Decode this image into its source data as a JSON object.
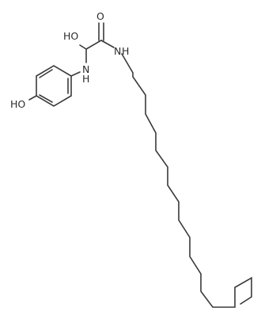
{
  "molecule": {
    "atom_labels": {
      "hydroxyl_top": "HO",
      "carbonyl_oxygen": "O",
      "amide_nitrogen_right": "N",
      "amide_hydrogen_right": "H",
      "amide_nitrogen_left": "N",
      "amide_hydrogen_left": "H",
      "phenol_hydroxyl": "HO"
    },
    "colors": {
      "bond": "#3a3a3a",
      "text": "#2b2b2b",
      "background": "#ffffff"
    }
  }
}
